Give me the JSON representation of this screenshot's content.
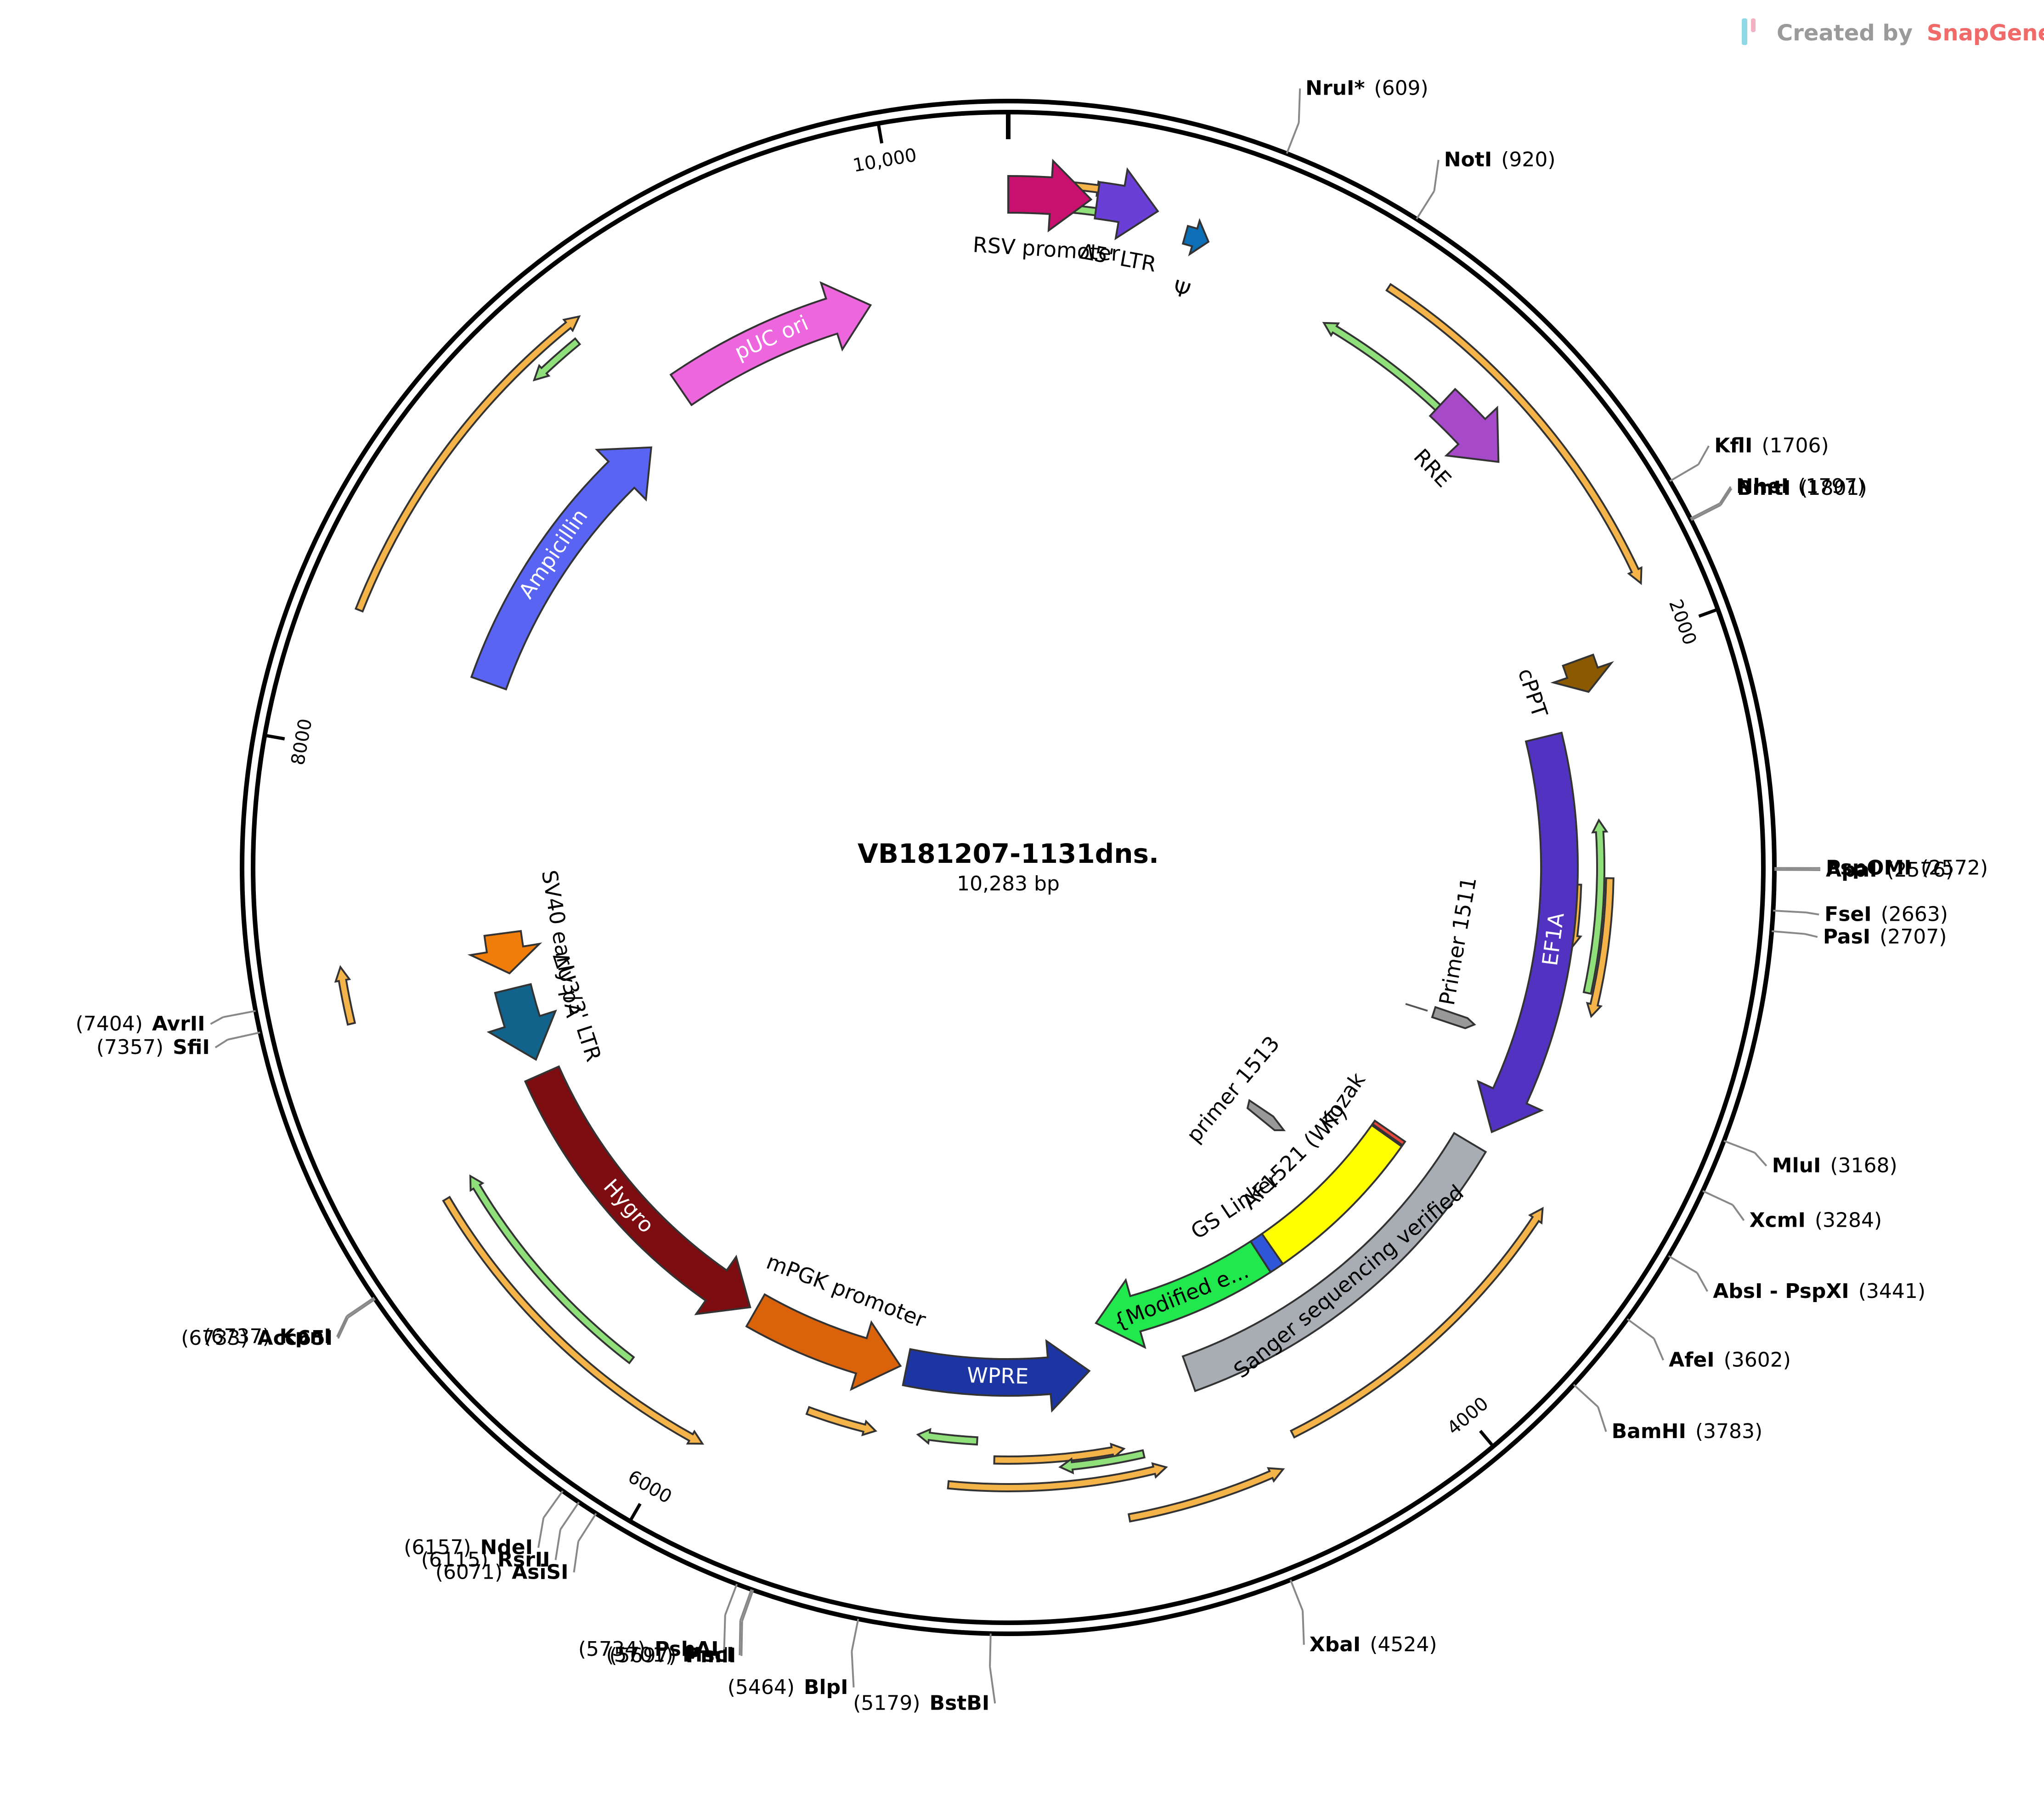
{
  "header": {
    "brand_prefix": "Created by",
    "brand_name": "SnapGene",
    "brand_color": "#f06a6a",
    "prefix_color": "#9a9a9a"
  },
  "plasmid": {
    "name": "VB181207-1131dns.",
    "length_label": "10,283 bp",
    "length": 10283
  },
  "ruler_ticks": [
    {
      "pos": 0,
      "label": ""
    },
    {
      "pos": 2000,
      "label": "2000"
    },
    {
      "pos": 4000,
      "label": "4000"
    },
    {
      "pos": 6000,
      "label": "6000"
    },
    {
      "pos": 8000,
      "label": "8000"
    },
    {
      "pos": 10000,
      "label": "10,000"
    }
  ],
  "features": [
    {
      "name": "RSV promoter",
      "label": "RSV  promoter",
      "start": 10283,
      "end": 10485,
      "color": "#c8106e",
      "dir": 1
    },
    {
      "name": "Δ5' LTR",
      "label": "Δ5' LTR",
      "start": 10500,
      "end": 10650,
      "color": "#6a3fd8",
      "dir": 1
    },
    {
      "name": "Ψ",
      "label": "Ψ",
      "start": 10730,
      "end": 10790,
      "color": "#0d6fb5",
      "dir": 1
    },
    {
      "name": "RRE",
      "label": "RRE",
      "start": 1230,
      "end": 1440,
      "color": "#a64ac9",
      "dir": 1
    },
    {
      "name": "cPPT",
      "label": "cPPT",
      "start": 2000,
      "end": 2090,
      "color": "#8b5a00",
      "dir": 1
    },
    {
      "name": "EF1A",
      "label": "EF1A",
      "start": 2180,
      "end": 3390,
      "color": "#5232c0",
      "dir": 1
    },
    {
      "name": "Sanger sequencing verified",
      "label": "Sanger sequencing verified",
      "start": 3450,
      "end": 4580,
      "color": "#a7adb3",
      "dir": 0
    },
    {
      "name": "Kozak",
      "label": "Kozak",
      "start": 3560,
      "end": 3575,
      "color": "#e8453c",
      "dir": 0
    },
    {
      "name": "AF1521 (WT)",
      "label": "AF1521 (WT)",
      "start": 3580,
      "end": 4150,
      "color": "#ffff00",
      "dir": 0
    },
    {
      "name": "GS Linker",
      "label": "GS Linker",
      "start": 4150,
      "end": 4200,
      "color": "#2f56d9",
      "dir": 0
    },
    {
      "name": "Modified eGFP",
      "label": "{Modified e...",
      "start": 4200,
      "end": 4830,
      "color": "#21e84c",
      "dir": 1
    },
    {
      "name": "WPRE",
      "label": "WPRE",
      "start": 4880,
      "end": 5470,
      "color": "#1d35a3",
      "dir": -1
    },
    {
      "name": "mPGK promoter",
      "label": "mPGK promoter",
      "start": 5490,
      "end": 5990,
      "color": "#d9620a",
      "dir": -1
    },
    {
      "name": "Hygro",
      "label": "Hygro",
      "start": 6010,
      "end": 7030,
      "color": "#7d0c10",
      "dir": -1
    },
    {
      "name": "ΔU3/3' LTR",
      "label": "ΔU3/3' LTR",
      "start": 7080,
      "end": 7320,
      "color": "#12638c",
      "dir": -1
    },
    {
      "name": "SV40 early pA",
      "label": "SV40 early pA",
      "start": 7370,
      "end": 7500,
      "color": "#f07d0a",
      "dir": -1
    },
    {
      "name": "Ampicillin",
      "label": "Ampicillin",
      "start": 8270,
      "end": 9130,
      "color": "#5964f2",
      "dir": 1
    },
    {
      "name": "pUC ori",
      "label": "pUC ori",
      "start": 9300,
      "end": 9890,
      "color": "#ee66dd",
      "dir": 1
    }
  ],
  "primers": [
    {
      "name": "Primer 1511",
      "label": "Primer 1511",
      "dir": 1
    },
    {
      "name": "primer 1513",
      "label": "primer 1513",
      "dir": 1
    }
  ],
  "sites": [
    {
      "name": "NruI*",
      "pos": 609,
      "pos_label": "(609)",
      "gray": true
    },
    {
      "name": "NotI",
      "pos": 920,
      "pos_label": "(920)"
    },
    {
      "name": "KflI",
      "pos": 1706,
      "pos_label": "(1706)"
    },
    {
      "name": "NheI",
      "pos": 1797,
      "pos_label": "(1797)"
    },
    {
      "name": "BmtI",
      "pos": 1801,
      "pos_label": "(1801)"
    },
    {
      "name": "PspOMI",
      "pos": 2572,
      "pos_label": "(2572)"
    },
    {
      "name": "ApaI",
      "pos": 2576,
      "pos_label": "(2576)"
    },
    {
      "name": "FseI",
      "pos": 2663,
      "pos_label": "(2663)"
    },
    {
      "name": "PasI",
      "pos": 2707,
      "pos_label": "(2707)"
    },
    {
      "name": "MluI",
      "pos": 3168,
      "pos_label": "(3168)"
    },
    {
      "name": "XcmI",
      "pos": 3284,
      "pos_label": "(3284)"
    },
    {
      "name": "AbsI - PspXI",
      "pos": 3441,
      "pos_label": "(3441)"
    },
    {
      "name": "AfeI",
      "pos": 3602,
      "pos_label": "(3602)"
    },
    {
      "name": "BamHI",
      "pos": 3783,
      "pos_label": "(3783)"
    },
    {
      "name": "XbaI",
      "pos": 4524,
      "pos_label": "(4524)"
    },
    {
      "name": "BstBI",
      "pos": 5179,
      "pos_label": "(5179)"
    },
    {
      "name": "BlpI",
      "pos": 5464,
      "pos_label": "(5464)"
    },
    {
      "name": "PmlI",
      "pos": 5697,
      "pos_label": "(5697)"
    },
    {
      "name": "MscI",
      "pos": 5701,
      "pos_label": "(5701)"
    },
    {
      "name": "PshAI",
      "pos": 5734,
      "pos_label": "(5734)"
    },
    {
      "name": "AsiSI",
      "pos": 6071,
      "pos_label": "(6071)"
    },
    {
      "name": "RsrII",
      "pos": 6115,
      "pos_label": "(6115)"
    },
    {
      "name": "NdeI",
      "pos": 6157,
      "pos_label": "(6157)"
    },
    {
      "name": "Acc65I",
      "pos": 6733,
      "pos_label": "(6733)"
    },
    {
      "name": "KpnI",
      "pos": 6737,
      "pos_label": "(6737)"
    },
    {
      "name": "SfiI",
      "pos": 7357,
      "pos_label": "(7357)"
    },
    {
      "name": "AvrII",
      "pos": 7404,
      "pos_label": "(7404)"
    }
  ],
  "orfs": [
    {
      "start": 10370,
      "end": 10530,
      "dir": 1,
      "color": "#f5b44a"
    },
    {
      "start": 10530,
      "end": 10370,
      "dir": -1,
      "color": "#8fe07a"
    },
    {
      "start": 950,
      "end": 1880,
      "dir": 1,
      "color": "#f5b44a"
    },
    {
      "start": 1390,
      "end": 860,
      "dir": -1,
      "color": "#8fe07a"
    },
    {
      "start": 2600,
      "end": 2980,
      "dir": 1,
      "color": "#f5b44a"
    },
    {
      "start": 2620,
      "end": 2800,
      "dir": 1,
      "color": "#f5b44a"
    },
    {
      "start": 2920,
      "end": 2440,
      "dir": -1,
      "color": "#8fe07a"
    },
    {
      "start": 3500,
      "end": 4380,
      "dir": -1,
      "color": "#f5b44a"
    },
    {
      "start": 4840,
      "end": 4440,
      "dir": -1,
      "color": "#f5b44a"
    },
    {
      "start": 4720,
      "end": 5300,
      "dir": -1,
      "color": "#f5b44a"
    },
    {
      "start": 4820,
      "end": 5180,
      "dir": -1,
      "color": "#f5b44a"
    },
    {
      "start": 5000,
      "end": 4770,
      "dir": 1,
      "color": "#8fe07a"
    },
    {
      "start": 5400,
      "end": 5230,
      "dir": 1,
      "color": "#8fe07a"
    },
    {
      "start": 5720,
      "end": 5520,
      "dir": -1,
      "color": "#f5b44a"
    },
    {
      "start": 5940,
      "end": 6840,
      "dir": -1,
      "color": "#f5b44a"
    },
    {
      "start": 6860,
      "end": 6210,
      "dir": 1,
      "color": "#8fe07a"
    },
    {
      "start": 7470,
      "end": 7330,
      "dir": 1,
      "color": "#f5b44a"
    },
    {
      "start": 9200,
      "end": 8330,
      "dir": 1,
      "color": "#f5b44a"
    },
    {
      "start": 9160,
      "end": 9020,
      "dir": -1,
      "color": "#8fe07a"
    }
  ]
}
